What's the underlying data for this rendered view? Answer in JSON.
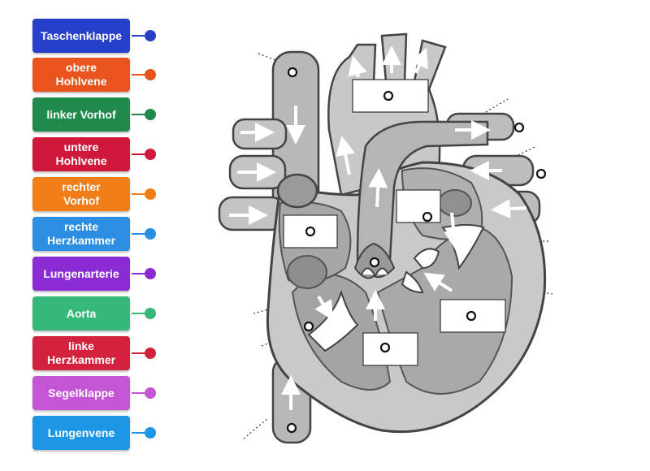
{
  "labels": [
    {
      "text": "Taschenklappe",
      "color": "#2740c9"
    },
    {
      "text": "obere\nHohlvene",
      "color": "#e8541c"
    },
    {
      "text": "linker Vorhof",
      "color": "#1f8a4c"
    },
    {
      "text": "untere\nHohlvene",
      "color": "#d0193a"
    },
    {
      "text": "rechter\nVorhof",
      "color": "#f07d15"
    },
    {
      "text": "rechte\nHerzkammer",
      "color": "#2b8ee2"
    },
    {
      "text": "Lungenarterie",
      "color": "#8a2bd3"
    },
    {
      "text": "Aorta",
      "color": "#35b87a"
    },
    {
      "text": "linke\nHerzkammer",
      "color": "#d4213c"
    },
    {
      "text": "Segelklappe",
      "color": "#c456d6"
    },
    {
      "text": "Lungenvene",
      "color": "#1d96e6"
    }
  ]
}
